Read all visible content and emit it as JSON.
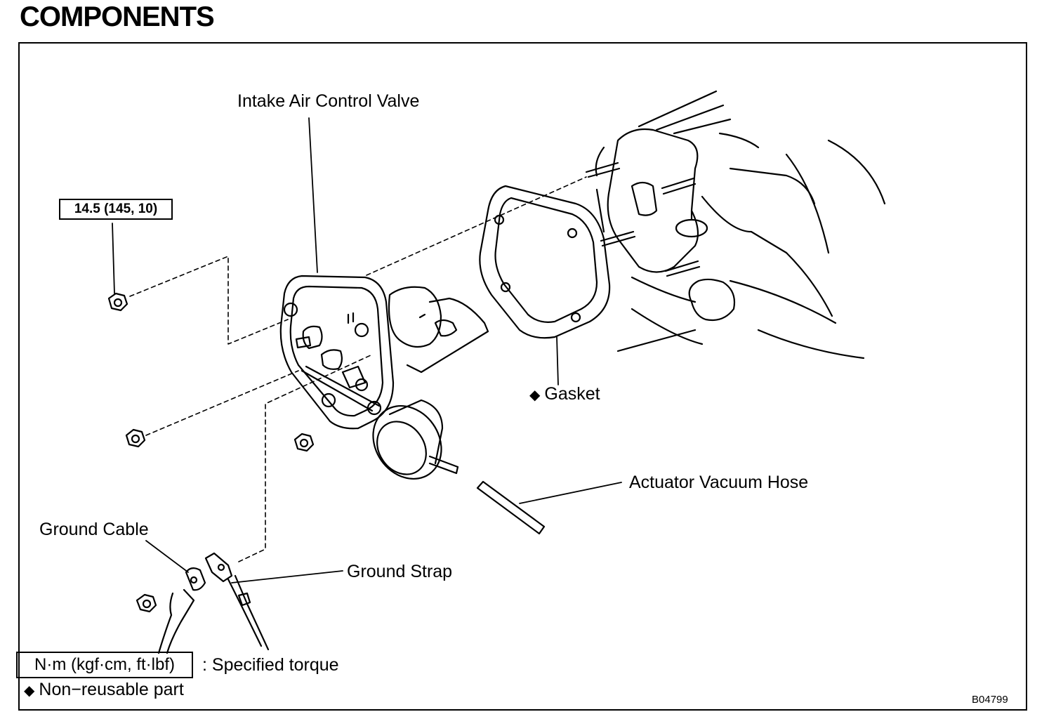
{
  "title": "COMPONENTS",
  "labels": {
    "intake_air_control_valve": "Intake Air Control Valve",
    "gasket": "Gasket",
    "actuator_vacuum_hose": "Actuator Vacuum Hose",
    "ground_cable": "Ground Cable",
    "ground_strap": "Ground Strap"
  },
  "torque_spec": "14.5 (145, 10)",
  "legend": {
    "torque_unit": "N·m (kgf·cm, ft·lbf)",
    "torque_text": ": Specified torque",
    "non_reusable_symbol": "◆",
    "non_reusable_text": "Non−reusable part"
  },
  "gasket_symbol": "◆",
  "figure_code": "B04799"
}
